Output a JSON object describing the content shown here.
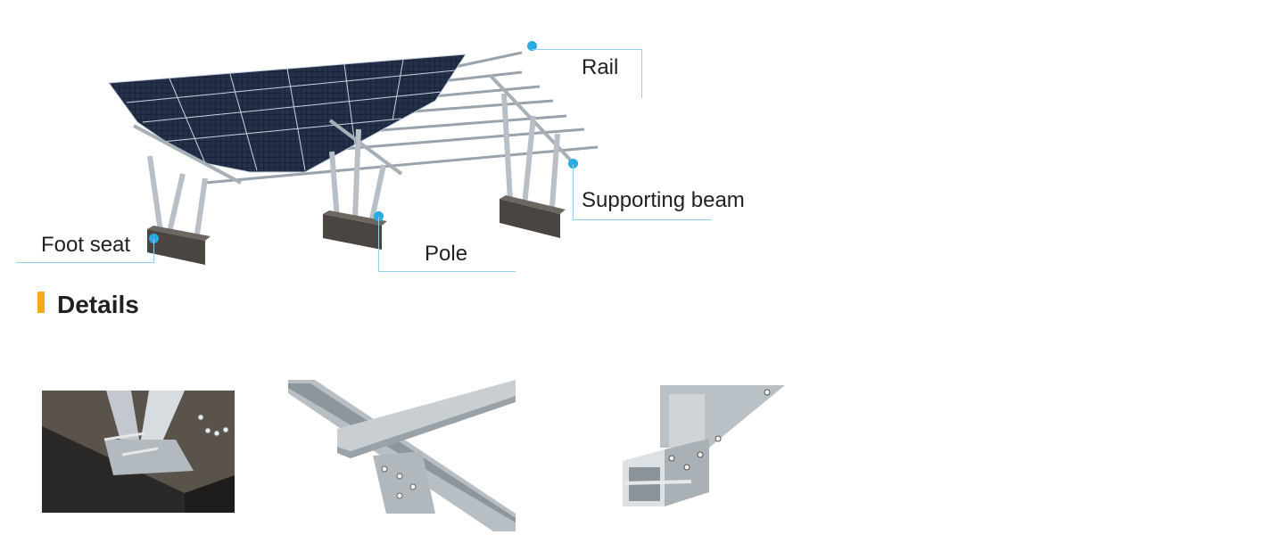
{
  "colors": {
    "callout": "#29abe2",
    "callout_line": "#8fd0ea",
    "accent": "#f7a81b",
    "panel": "#1b2338",
    "steel": "#b8bfc6",
    "concrete": "#4a4540"
  },
  "callouts": {
    "rail": "Rail",
    "supporting_beam": "Supporting beam",
    "foot_seat": "Foot seat",
    "pole": "Pole"
  },
  "details": {
    "title": "Details"
  },
  "icons": {
    "callout_marker": "circle-dot",
    "section_marker": "vertical-bar"
  }
}
